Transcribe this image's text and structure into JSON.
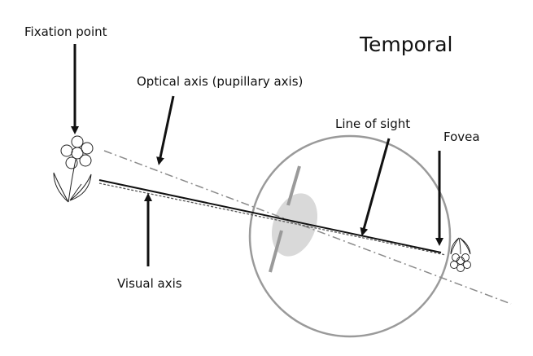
{
  "labels": {
    "fixation_point": "Fixation point",
    "temporal": "Temporal",
    "optical_axis": "Optical axis (pupillary axis)",
    "line_of_sight": "Line of sight",
    "fovea": "Fovea",
    "visual_axis": "Visual axis"
  },
  "colors": {
    "ink": "#111111",
    "eye_outline": "#9a9a9a",
    "lens_fill": "#d9d9d9",
    "dashed_axis": "#8a8a8a"
  },
  "icons": {
    "object": "flower-icon",
    "retinal_image": "inverted-flower-icon"
  }
}
